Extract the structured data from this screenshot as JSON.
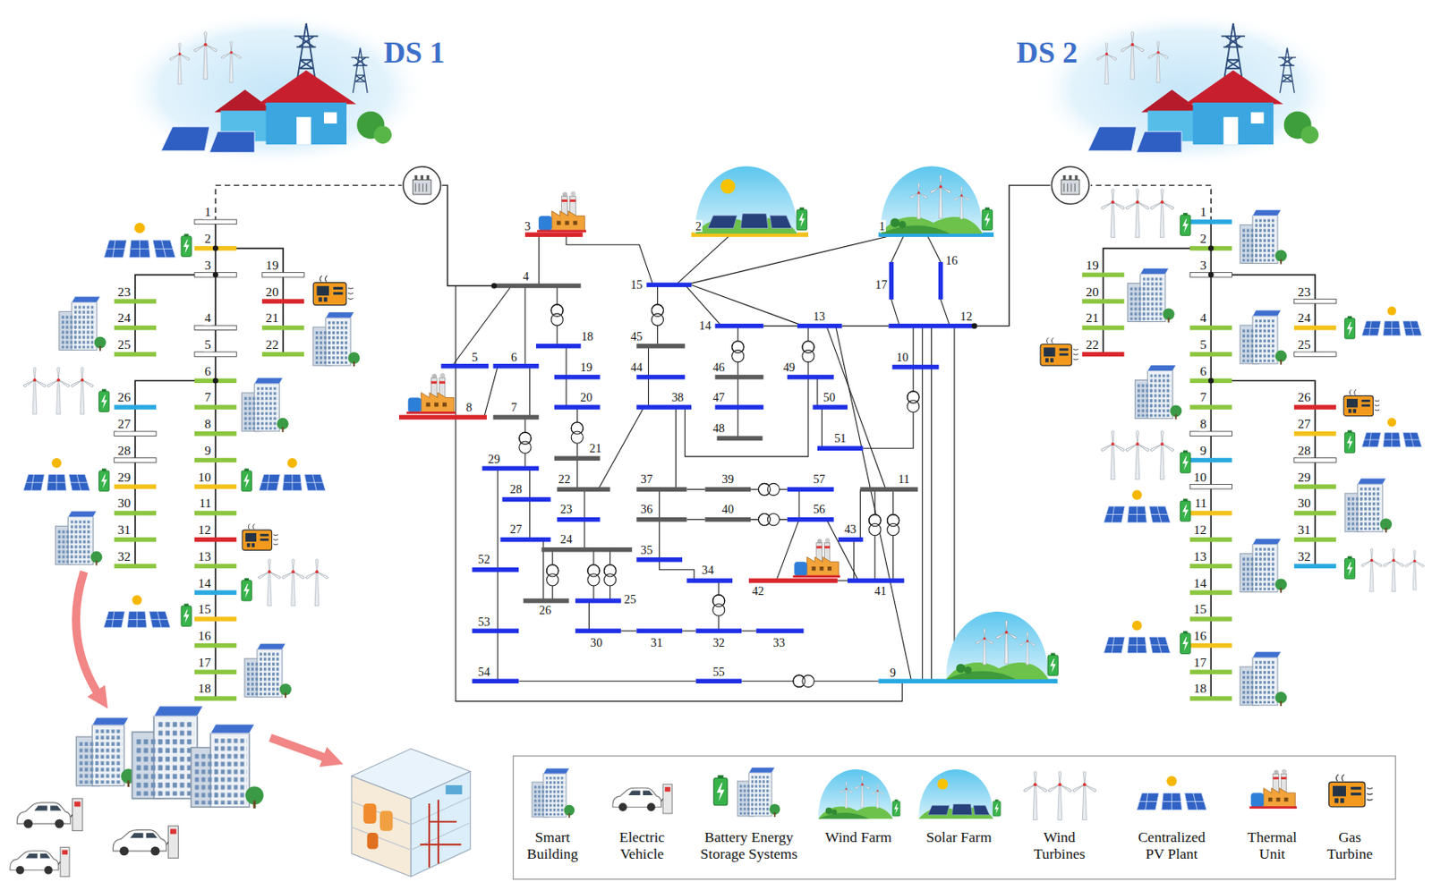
{
  "diagram": {
    "labels": [
      "DS 1",
      "DS 2",
      "1",
      "2",
      "3",
      "4",
      "5",
      "6",
      "7",
      "8",
      "9",
      "10",
      "11",
      "12",
      "13",
      "14",
      "15",
      "16",
      "17",
      "18",
      "19",
      "20",
      "21",
      "22",
      "23",
      "24",
      "25",
      "26",
      "27",
      "28",
      "29",
      "30",
      "31",
      "32",
      "1",
      "2",
      "3",
      "4",
      "5",
      "6",
      "7",
      "8",
      "9",
      "10",
      "11",
      "12",
      "13",
      "14",
      "15",
      "16",
      "17",
      "18",
      "19",
      "20",
      "21",
      "22",
      "23",
      "24",
      "25",
      "26",
      "27",
      "28",
      "29",
      "30",
      "31",
      "32",
      "33",
      "34",
      "35",
      "36",
      "37",
      "38",
      "39",
      "40",
      "41",
      "42",
      "43",
      "44",
      "45",
      "46",
      "47",
      "48",
      "49",
      "50",
      "51",
      "52",
      "53",
      "54",
      "55",
      "56",
      "57",
      "1",
      "2",
      "3",
      "4",
      "5",
      "6",
      "7",
      "8",
      "9",
      "10",
      "11",
      "12",
      "13",
      "14",
      "15",
      "16",
      "17",
      "18",
      "19",
      "20",
      "21",
      "22",
      "23",
      "24",
      "25",
      "26",
      "27",
      "28",
      "29",
      "30",
      "31",
      "32"
    ],
    "legend": [
      {
        "text": "Smart Building"
      },
      {
        "text": "Electric Vehicle"
      },
      {
        "text": "Battery Energy Storage Systems"
      },
      {
        "text": "Wind Farm"
      },
      {
        "text": "Solar Farm"
      },
      {
        "text": "Wind Turbines"
      },
      {
        "text": "Centralized PV Plant"
      },
      {
        "text": "Thermal Unit"
      },
      {
        "text": "Gas Turbine"
      }
    ]
  }
}
